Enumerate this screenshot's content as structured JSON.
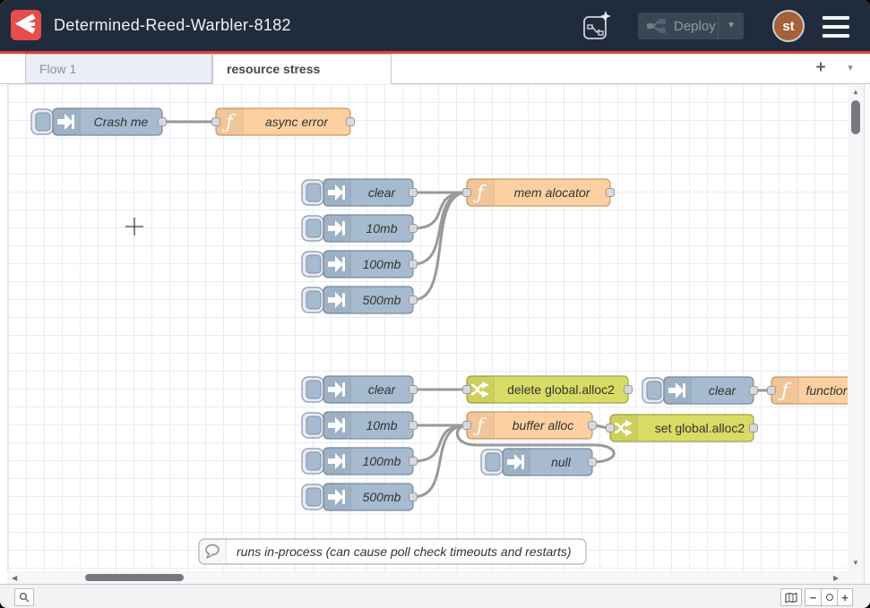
{
  "header": {
    "title": "Determined-Reed-Warbler-8182",
    "deploy": {
      "label": "Deploy"
    },
    "avatar": {
      "initials": "st"
    },
    "colors": {
      "background": "#202c3c",
      "accent": "#e23c3c",
      "logo_red": "#e84c4c"
    },
    "icons": [
      "flowfuse-logo-icon",
      "ai-assistant-icon",
      "deploy-nodes-icon",
      "chevron-down-icon",
      "hamburger-menu-icon"
    ]
  },
  "tabs": {
    "items": [
      {
        "label": "Flow 1",
        "active": false
      },
      {
        "label": "resource stress",
        "active": true
      }
    ]
  },
  "glyphs": {
    "tab_add": "+",
    "tab_menu": "▾",
    "scroll_up": "▲",
    "scroll_down": "▼",
    "scroll_left": "◀",
    "scroll_right": "▶",
    "zoom_out": "−",
    "zoom_in": "+"
  },
  "canvas": {
    "nodes": [
      {
        "id": "crash-me",
        "type": "inject",
        "label": "Crash me"
      },
      {
        "id": "async-error",
        "type": "function",
        "label": "async error"
      },
      {
        "id": "clear-mem",
        "type": "inject",
        "label": "clear"
      },
      {
        "id": "10mb-mem",
        "type": "inject",
        "label": "10mb"
      },
      {
        "id": "100mb-mem",
        "type": "inject",
        "label": "100mb"
      },
      {
        "id": "500mb-mem",
        "type": "inject",
        "label": "500mb"
      },
      {
        "id": "mem-alocator",
        "type": "function",
        "label": "mem alocator"
      },
      {
        "id": "clear-buf",
        "type": "inject",
        "label": "clear"
      },
      {
        "id": "10mb-buf",
        "type": "inject",
        "label": "10mb"
      },
      {
        "id": "100mb-buf",
        "type": "inject",
        "label": "100mb"
      },
      {
        "id": "500mb-buf",
        "type": "inject",
        "label": "500mb"
      },
      {
        "id": "delete-global-alloc2",
        "type": "change",
        "label": "delete global.alloc2"
      },
      {
        "id": "buffer-alloc",
        "type": "function",
        "label": "buffer alloc"
      },
      {
        "id": "set-global-alloc2",
        "type": "change",
        "label": "set global.alloc2"
      },
      {
        "id": "null-inject",
        "type": "inject",
        "label": "null"
      },
      {
        "id": "clear-2",
        "type": "inject",
        "label": "clear"
      },
      {
        "id": "function",
        "type": "function",
        "label": "function"
      },
      {
        "id": "comment",
        "type": "comment",
        "label": "runs in-process (can cause poll check timeouts and restarts)"
      }
    ],
    "connections": [
      [
        "crash-me",
        "async-error"
      ],
      [
        "clear-mem",
        "mem-alocator"
      ],
      [
        "10mb-mem",
        "mem-alocator"
      ],
      [
        "100mb-mem",
        "mem-alocator"
      ],
      [
        "500mb-mem",
        "mem-alocator"
      ],
      [
        "clear-buf",
        "delete-global-alloc2"
      ],
      [
        "10mb-buf",
        "buffer-alloc"
      ],
      [
        "100mb-buf",
        "buffer-alloc"
      ],
      [
        "500mb-buf",
        "buffer-alloc"
      ],
      [
        "buffer-alloc",
        "set-global-alloc2"
      ],
      [
        "null-inject",
        "buffer-alloc"
      ],
      [
        "clear-2",
        "function"
      ]
    ],
    "node_colors": {
      "inject": "#a6bbcf",
      "function": "#fdd0a2",
      "change": "#d8dc64",
      "wire": "#999999"
    }
  },
  "footer": {
    "icons": [
      "search-icon",
      "navigator-map-icon",
      "zoom-out-icon",
      "zoom-reset-icon",
      "zoom-in-icon"
    ]
  }
}
